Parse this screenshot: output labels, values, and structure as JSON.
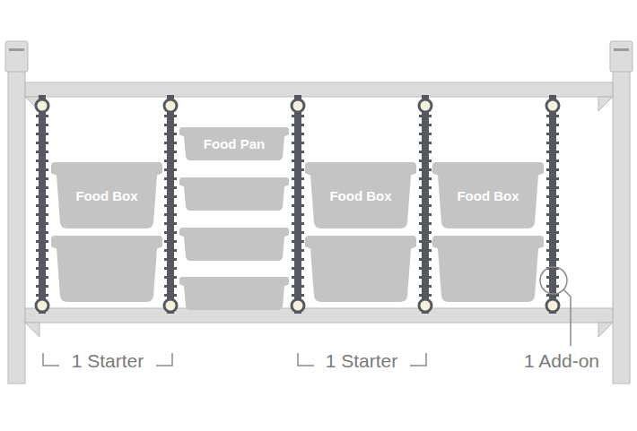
{
  "diagram": {
    "nodes": [
      {
        "text": [
          "Food Box"
        ]
      },
      {
        "text": [
          "Food Pan"
        ]
      },
      {
        "text": [
          "Food Box"
        ]
      },
      {
        "text": [
          "Food Box"
        ]
      }
    ],
    "labels": [
      "1 Starter",
      "1 Starter",
      "1 Add-on"
    ]
  }
}
